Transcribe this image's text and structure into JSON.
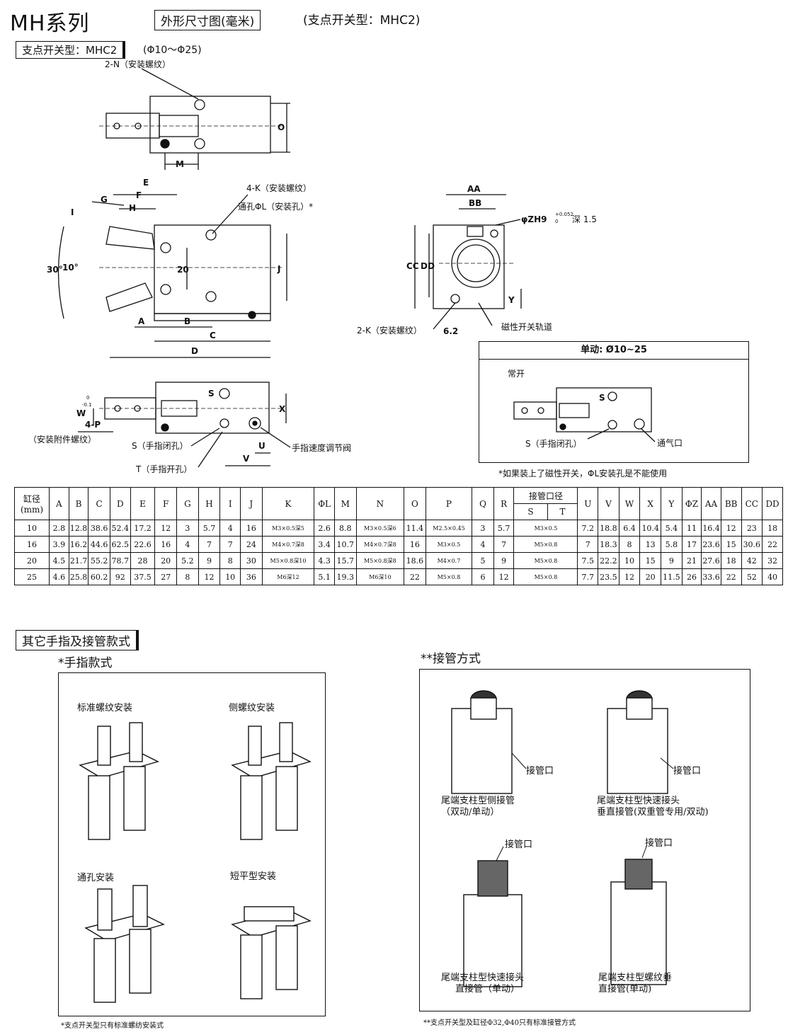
{
  "header": {
    "series": "MH系列",
    "drawing_title": "外形尺寸图(毫米)",
    "subtitle": "(支点开关型：MHC2)",
    "model": "支点开关型：MHC2",
    "range": "(Φ10～Φ25)"
  },
  "top_view": {
    "n_label": "2-N（安装螺纹）",
    "dims": {
      "m": "M",
      "o": "O"
    }
  },
  "side_view": {
    "k_label": "4-K（安装螺纹）",
    "l_label": "通孔ΦL（安装孔）*",
    "dims": {
      "e": "E",
      "f": "F",
      "g": "G",
      "h": "H",
      "i": "I",
      "j": "J",
      "a": "A",
      "b": "B",
      "c": "C",
      "d": "D",
      "n20": "20",
      "ang30": "30°",
      "ang10": "10°"
    }
  },
  "end_view": {
    "aa": "AA",
    "bb": "BB",
    "cc": "CC",
    "dd": "DD",
    "y": "Y",
    "zh": "φZH9",
    "zh_tol": "+0.052",
    "zh_tol0": "0",
    "zh_depth": "深 1.5",
    "k_label": "2-K（安装螺纹）",
    "dim62": "6.2",
    "rail": "磁性开关轨道"
  },
  "bottom_view": {
    "p_label": "4-P",
    "p_note": "（安装附件螺纹）",
    "s_label": "S（手指闭孔）",
    "t_label": "T（手指开孔）",
    "valve": "手指速度调节阀",
    "w": "W",
    "w_tol": "0",
    "w_tol2": "-0.1",
    "x": "X",
    "u": "U",
    "v": "V",
    "s": "S"
  },
  "single_panel": {
    "title": "单动: Ø10~25",
    "normally_open": "常开",
    "s_label": "S（手指闭孔）",
    "vent": "通气口",
    "s": "S"
  },
  "note_magnet": "*如果装上了磁性开关，ΦL安装孔是不能使用",
  "table": {
    "bore_label": "缸径",
    "bore_unit": "(mm)",
    "columns": [
      "A",
      "B",
      "C",
      "D",
      "E",
      "F",
      "G",
      "H",
      "I",
      "J",
      "K",
      "ΦL",
      "M",
      "N",
      "O",
      "P",
      "Q",
      "R"
    ],
    "port_label": "接管口径",
    "port_sub": [
      "S",
      "T"
    ],
    "columns2": [
      "U",
      "V",
      "W",
      "X",
      "Y",
      "ΦZ",
      "AA",
      "BB",
      "CC",
      "DD"
    ],
    "rows": [
      {
        "bore": "10",
        "vals": [
          "2.8",
          "12.8",
          "38.6",
          "52.4",
          "17.2",
          "12",
          "3",
          "5.7",
          "4",
          "16",
          "M3×0.5深5",
          "2.6",
          "8.8",
          "M3×0.5深6",
          "11.4",
          "M2.5×0.45",
          "3",
          "5.7"
        ],
        "port": "M3×0.5",
        "vals2": [
          "7.2",
          "18.8",
          "6.4",
          "10.4",
          "5.4",
          "11",
          "16.4",
          "12",
          "23",
          "18"
        ]
      },
      {
        "bore": "16",
        "vals": [
          "3.9",
          "16.2",
          "44.6",
          "62.5",
          "22.6",
          "16",
          "4",
          "7",
          "7",
          "24",
          "M4×0.7深8",
          "3.4",
          "10.7",
          "M4×0.7深8",
          "16",
          "M3×0.5",
          "4",
          "7"
        ],
        "port": "M5×0.8",
        "vals2": [
          "7",
          "18.3",
          "8",
          "13",
          "5.8",
          "17",
          "23.6",
          "15",
          "30.6",
          "22"
        ]
      },
      {
        "bore": "20",
        "vals": [
          "4.5",
          "21.7",
          "55.2",
          "78.7",
          "28",
          "20",
          "5.2",
          "9",
          "8",
          "30",
          "M5×0.8深10",
          "4.3",
          "15.7",
          "M5×0.8深8",
          "18.6",
          "M4×0.7",
          "5",
          "9"
        ],
        "port": "M5×0.8",
        "vals2": [
          "7.5",
          "22.2",
          "10",
          "15",
          "9",
          "21",
          "27.6",
          "18",
          "42",
          "32"
        ]
      },
      {
        "bore": "25",
        "vals": [
          "4.6",
          "25.8",
          "60.2",
          "92",
          "37.5",
          "27",
          "8",
          "12",
          "10",
          "36",
          "M6深12",
          "5.1",
          "19.3",
          "M6深10",
          "22",
          "M5×0.8",
          "6",
          "12"
        ],
        "port": "M5×0.8",
        "vals2": [
          "7.7",
          "23.5",
          "12",
          "20",
          "11.5",
          "26",
          "33.6",
          "22",
          "52",
          "40"
        ]
      }
    ]
  },
  "other_section": {
    "title": "其它手指及接管款式",
    "finger_title": "*手指款式",
    "pipe_title": "**接管方式",
    "finger_styles": [
      "标准螺纹安装",
      "侧螺纹安装",
      "通孔安装",
      "短平型安装"
    ],
    "pipe_port": "接管口",
    "pipe_styles": [
      {
        "l1": "尾端支柱型侧接管",
        "l2": "（双动/单动）"
      },
      {
        "l1": "尾端支柱型快速接头",
        "l2": "垂直接管(双重管专用/双动)"
      },
      {
        "l1": "尾端支柱型快速接头",
        "l2": "直接管（单动）"
      },
      {
        "l1": "尾端支柱型螺纹垂",
        "l2": "直接管(单动)"
      }
    ],
    "foot_finger": "*支点开关型只有标准螺纺安装式",
    "foot_pipe": "**支点开关型及缸径Φ32,Φ40只有标准接管方式"
  }
}
